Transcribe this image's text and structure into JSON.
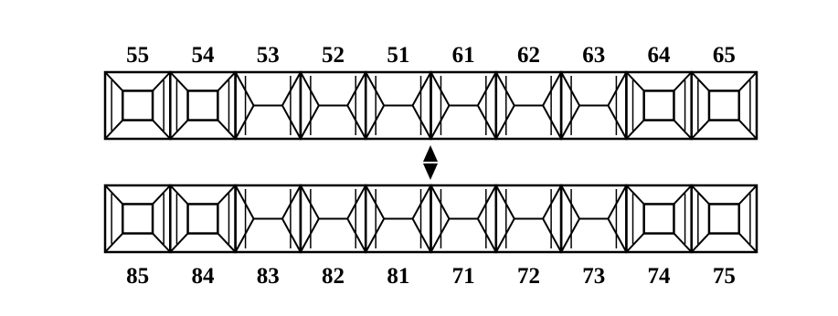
{
  "diagram": {
    "upper_arch": {
      "teeth": [
        {
          "label": "55",
          "type": "molar"
        },
        {
          "label": "54",
          "type": "molar"
        },
        {
          "label": "53",
          "type": "anterior"
        },
        {
          "label": "52",
          "type": "anterior"
        },
        {
          "label": "51",
          "type": "anterior"
        },
        {
          "label": "61",
          "type": "anterior"
        },
        {
          "label": "62",
          "type": "anterior"
        },
        {
          "label": "63",
          "type": "anterior"
        },
        {
          "label": "64",
          "type": "molar"
        },
        {
          "label": "65",
          "type": "molar"
        }
      ]
    },
    "lower_arch": {
      "teeth": [
        {
          "label": "85",
          "type": "molar"
        },
        {
          "label": "84",
          "type": "molar"
        },
        {
          "label": "83",
          "type": "anterior"
        },
        {
          "label": "82",
          "type": "anterior"
        },
        {
          "label": "81",
          "type": "anterior"
        },
        {
          "label": "71",
          "type": "anterior"
        },
        {
          "label": "72",
          "type": "anterior"
        },
        {
          "label": "73",
          "type": "anterior"
        },
        {
          "label": "74",
          "type": "molar"
        },
        {
          "label": "75",
          "type": "molar"
        }
      ]
    },
    "midline_marker": "double-arrow-icon",
    "line_color": "#000000",
    "background_color": "#ffffff"
  }
}
